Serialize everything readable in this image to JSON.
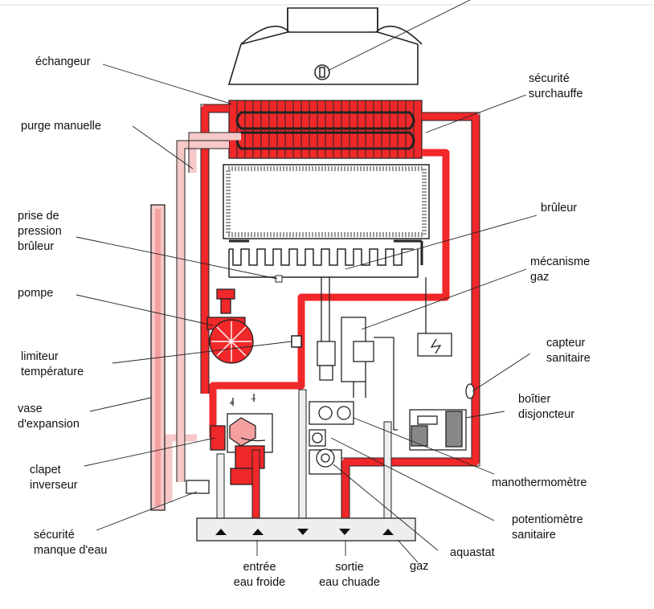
{
  "labels": {
    "echangeur": "échangeur",
    "purge_manuelle": "purge manuelle",
    "prise_pression": "prise de\npression\nbrûleur",
    "pompe": "pompe",
    "limiteur": "limiteur\ntempérature",
    "vase": "vase\nd'expansion",
    "clapet": "clapet\ninverseur",
    "securite_eau": "sécurité\nmanque d'eau",
    "entree": "entrée\neau froide",
    "sortie": "sortie\neau chuade",
    "gaz": "gaz",
    "aquastat": "aquastat",
    "potentiometre": "potentiomètre\nsanitaire",
    "manothermometre": "manothermomètre",
    "boitier": "boîtier\ndisjoncteur",
    "capteur": "capteur\nsanitaire",
    "mecanisme": "mécanisme\ngaz",
    "bruleur": "brûleur",
    "securite_surchauffe": "sécurité\nsurchauffe"
  },
  "colors": {
    "hot": "#f0282a",
    "warm": "#f5a0a0",
    "pale": "#f6c8c8",
    "line": "#222222"
  }
}
